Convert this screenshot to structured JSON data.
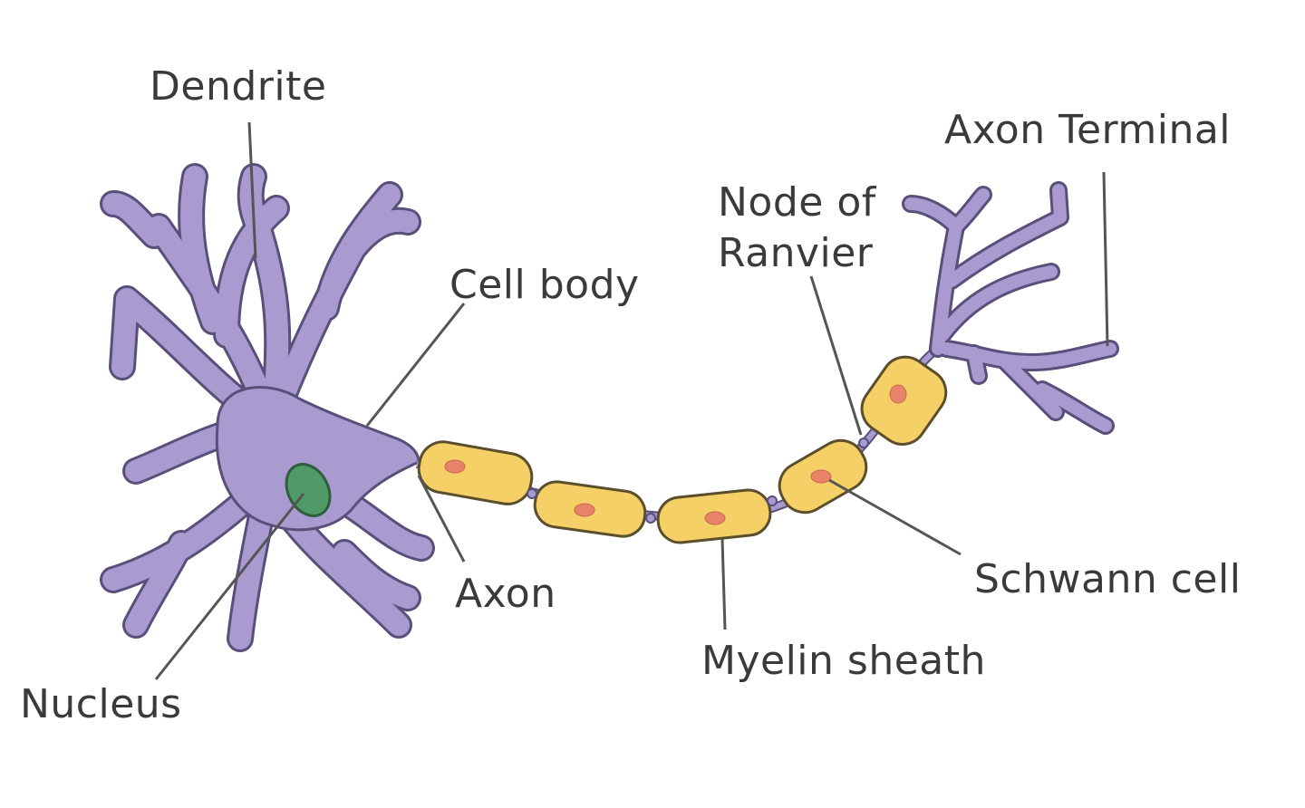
{
  "labels": {
    "dendrite": "Dendrite",
    "axon_terminal": "Axon Terminal",
    "node_of_ranvier_line1": "Node of",
    "node_of_ranvier_line2": "Ranvier",
    "cell_body": "Cell body",
    "axon": "Axon",
    "myelin_sheath": "Myelin sheath",
    "schwann_cell": "Schwann cell",
    "nucleus": "Nucleus"
  },
  "colors": {
    "neuron": "#a99bd0",
    "neuron_outline": "#58507a",
    "myelin": "#f5d066",
    "schwann_nucleus": "#e8836a",
    "nucleus": "#4f9a67",
    "text": "#3a3a3a"
  }
}
